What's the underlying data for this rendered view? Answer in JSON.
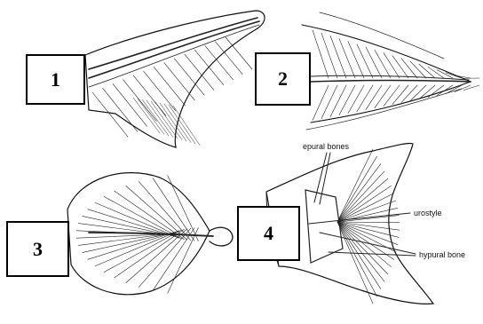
{
  "panels": [
    {
      "number": "1"
    },
    {
      "number": "2"
    },
    {
      "number": "3"
    },
    {
      "number": "4"
    }
  ],
  "labels": {
    "epural": "epural bones",
    "urostyle": "urostyle",
    "hypural": "hypural bone"
  },
  "colors": {
    "stroke": "#000000",
    "background": "#ffffff"
  }
}
